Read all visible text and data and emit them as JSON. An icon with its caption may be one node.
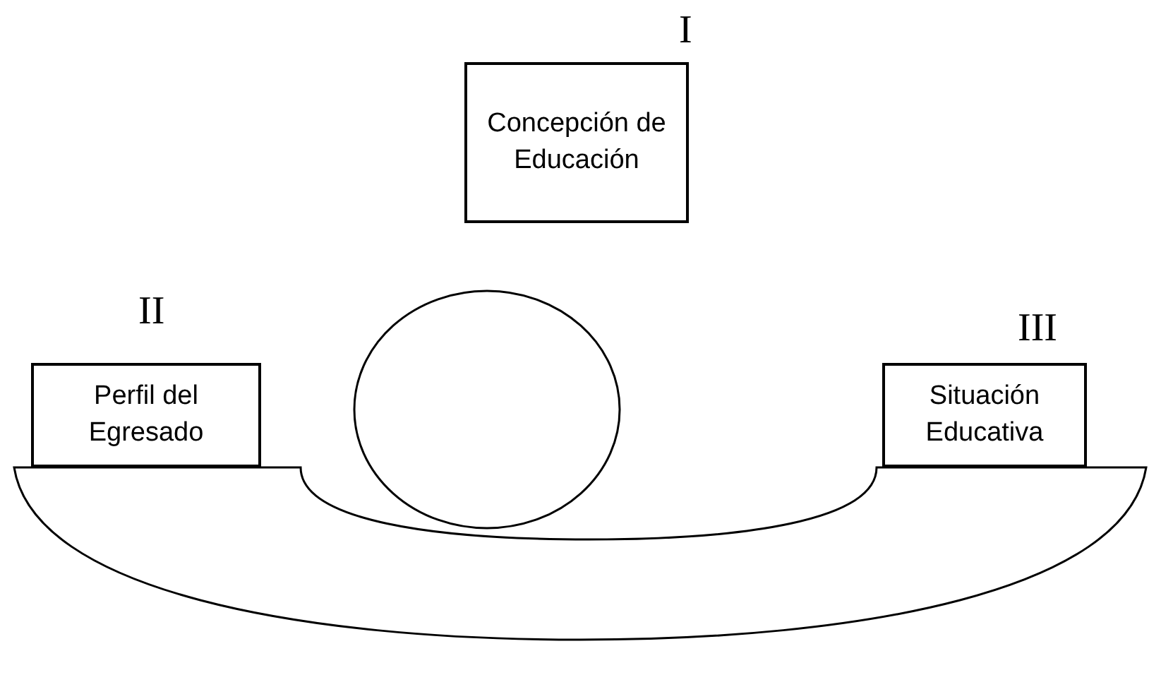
{
  "diagram": {
    "nodes": [
      {
        "text": [
          "I",
          "Concepción de Educación"
        ]
      },
      {
        "text": [],
        "shape": "circle"
      },
      {
        "text": [
          "II",
          "Perfil del Egresado"
        ]
      },
      {
        "text": [
          "III",
          "Situación Educativa"
        ]
      },
      {
        "text": [],
        "shape": "bowl"
      }
    ]
  }
}
